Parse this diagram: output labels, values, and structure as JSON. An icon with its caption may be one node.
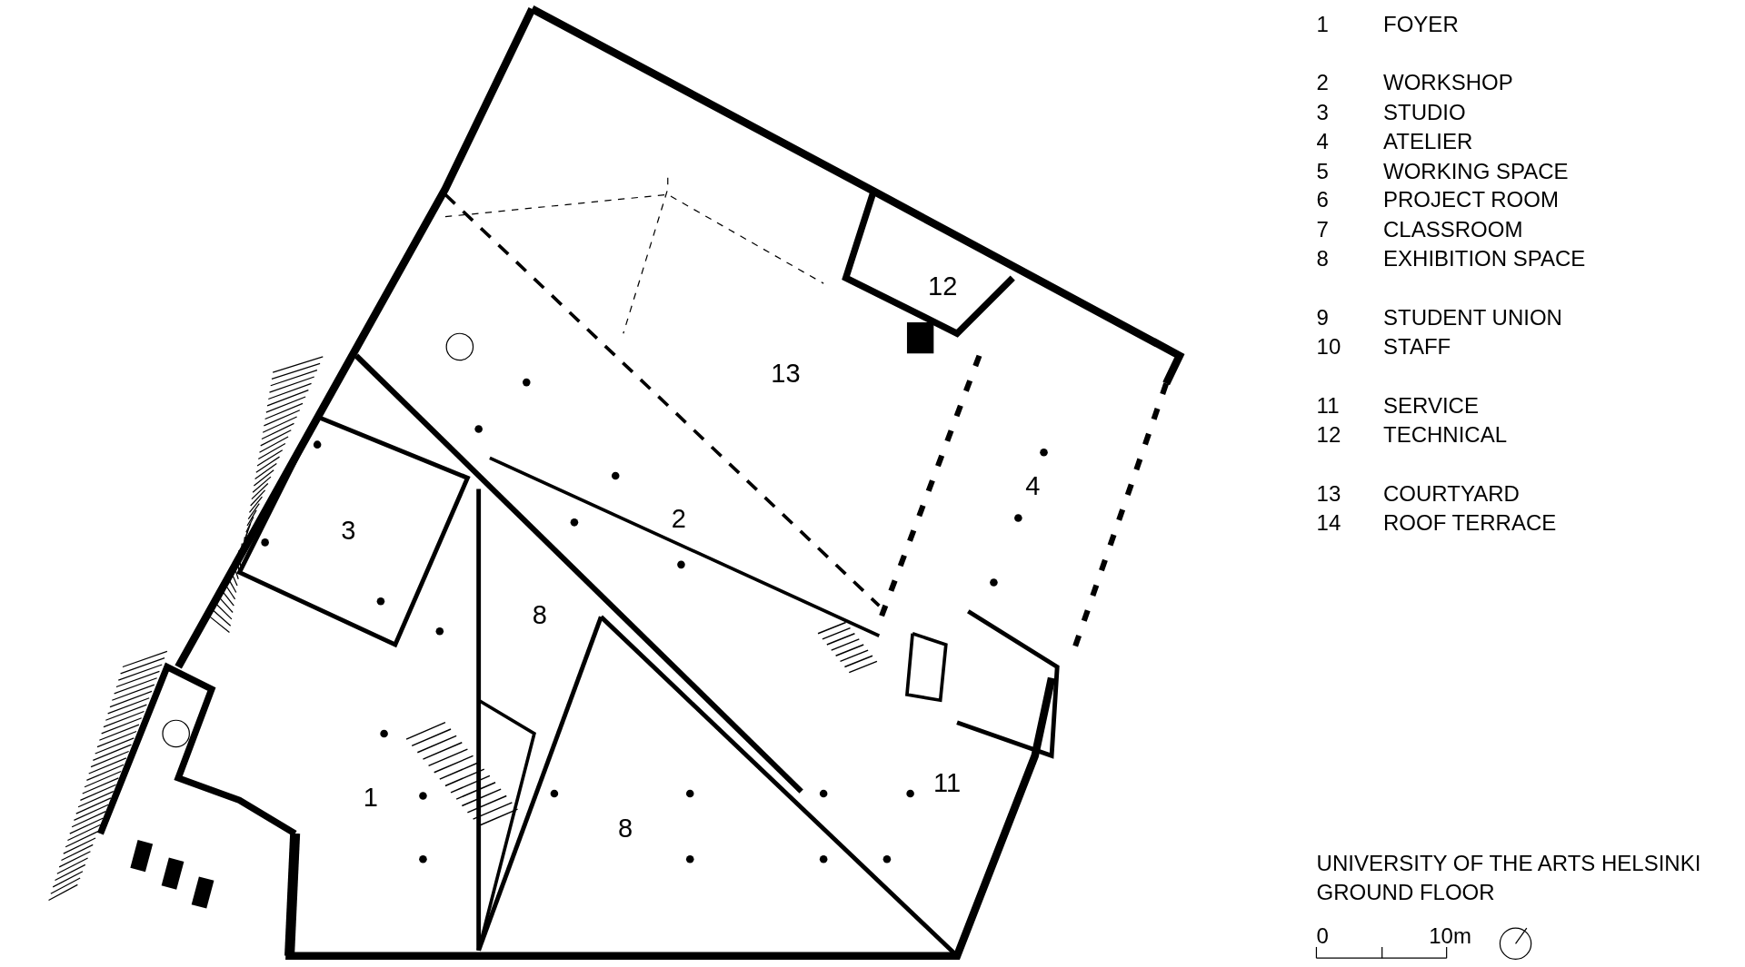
{
  "diagram": {
    "labels": [
      "12",
      "13",
      "4",
      "2",
      "3",
      "8",
      "11",
      "1",
      "8",
      "1",
      "FOYER",
      "2",
      "WORKSHOP",
      "3",
      "STUDIO",
      "4",
      "ATELIER",
      "5",
      "WORKING SPACE",
      "6",
      "PROJECT ROOM",
      "7",
      "CLASSROOM",
      "8",
      "EXHIBITION SPACE",
      "9",
      "STUDENT UNION",
      "10",
      "STAFF",
      "11",
      "SERVICE",
      "12",
      "TECHNICAL",
      "13",
      "COURTYARD",
      "14",
      "ROOF TERRACE",
      "UNIVERSITY OF THE ARTS HELSINKI",
      "GROUND FLOOR",
      "0",
      "10m"
    ]
  }
}
